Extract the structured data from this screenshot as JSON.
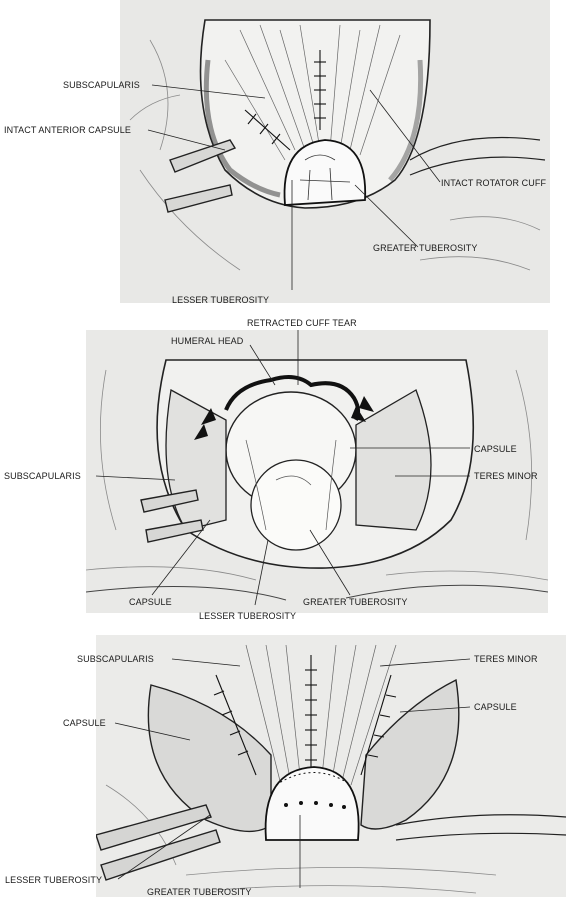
{
  "panels": [
    {
      "labels": {
        "subscapularis": "SUBSCAPULARIS",
        "intact_anterior_capsule": "INTACT ANTERIOR CAPSULE",
        "intact_rotator_cuff": "INTACT ROTATOR CUFF",
        "greater_tuberosity": "GREATER TUBEROSITY",
        "lesser_tuberosity": "LESSER TUBEROSITY"
      }
    },
    {
      "labels": {
        "retracted_cuff_tear": "RETRACTED CUFF TEAR",
        "humeral_head": "HUMERAL HEAD",
        "capsule_right": "CAPSULE",
        "subscapularis": "SUBSCAPULARIS",
        "teres_minor": "TERES MINOR",
        "capsule_left": "CAPSULE",
        "greater_tuberosity": "GREATER TUBEROSITY",
        "lesser_tuberosity": "LESSER TUBEROSITY"
      }
    },
    {
      "labels": {
        "subscapularis": "SUBSCAPULARIS",
        "teres_minor": "TERES MINOR",
        "capsule_left": "CAPSULE",
        "capsule_right": "CAPSULE",
        "lesser_tuberosity": "LESSER TUBEROSITY",
        "greater_tuberosity": "GREATER TUBEROSITY"
      }
    }
  ]
}
